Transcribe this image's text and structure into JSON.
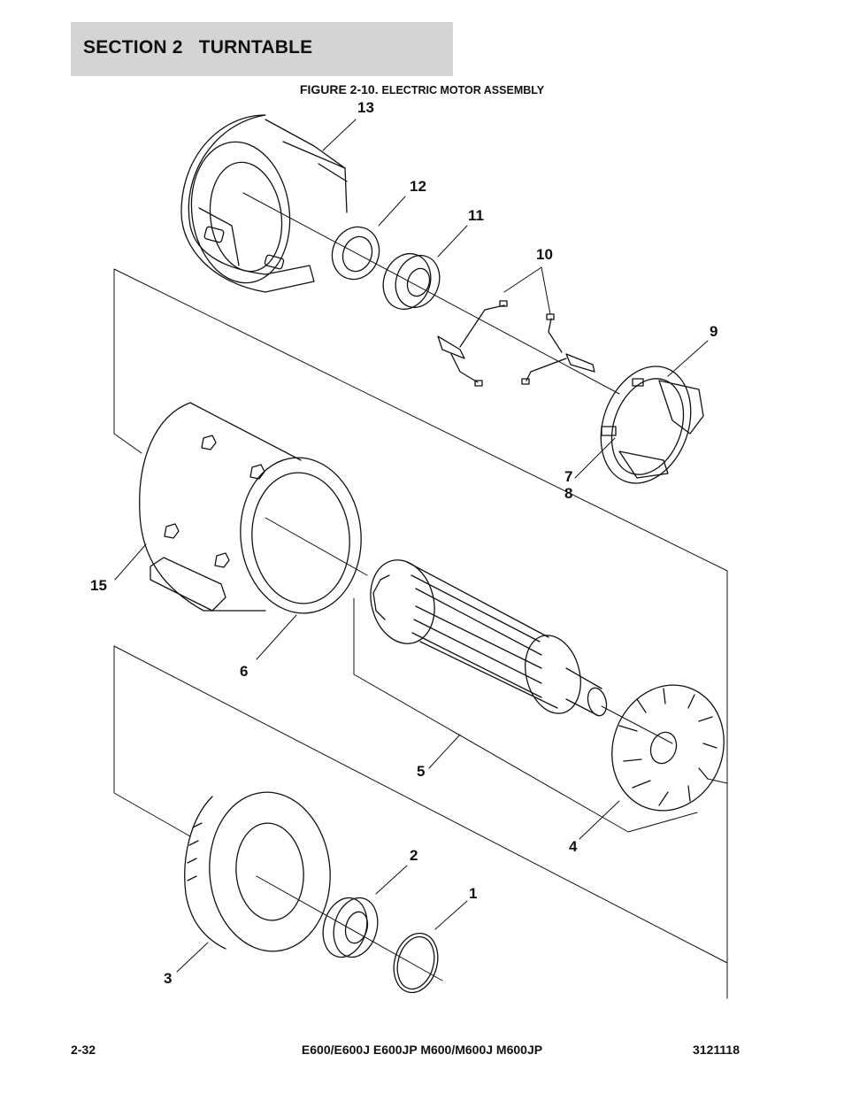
{
  "header": {
    "section": "SECTION 2   TURNTABLE"
  },
  "figure": {
    "number": "FIGURE 2-10.",
    "caption": "ELECTRIC MOTOR ASSEMBLY"
  },
  "callouts": [
    "13",
    "12",
    "11",
    "10",
    "9",
    "7",
    "8",
    "15",
    "6",
    "5",
    "4",
    "3",
    "2",
    "1"
  ],
  "footer": {
    "page_number": "2-32",
    "models": "E600/E600J E600JP M600/M600J M600JP",
    "doc_number": "3121118"
  }
}
